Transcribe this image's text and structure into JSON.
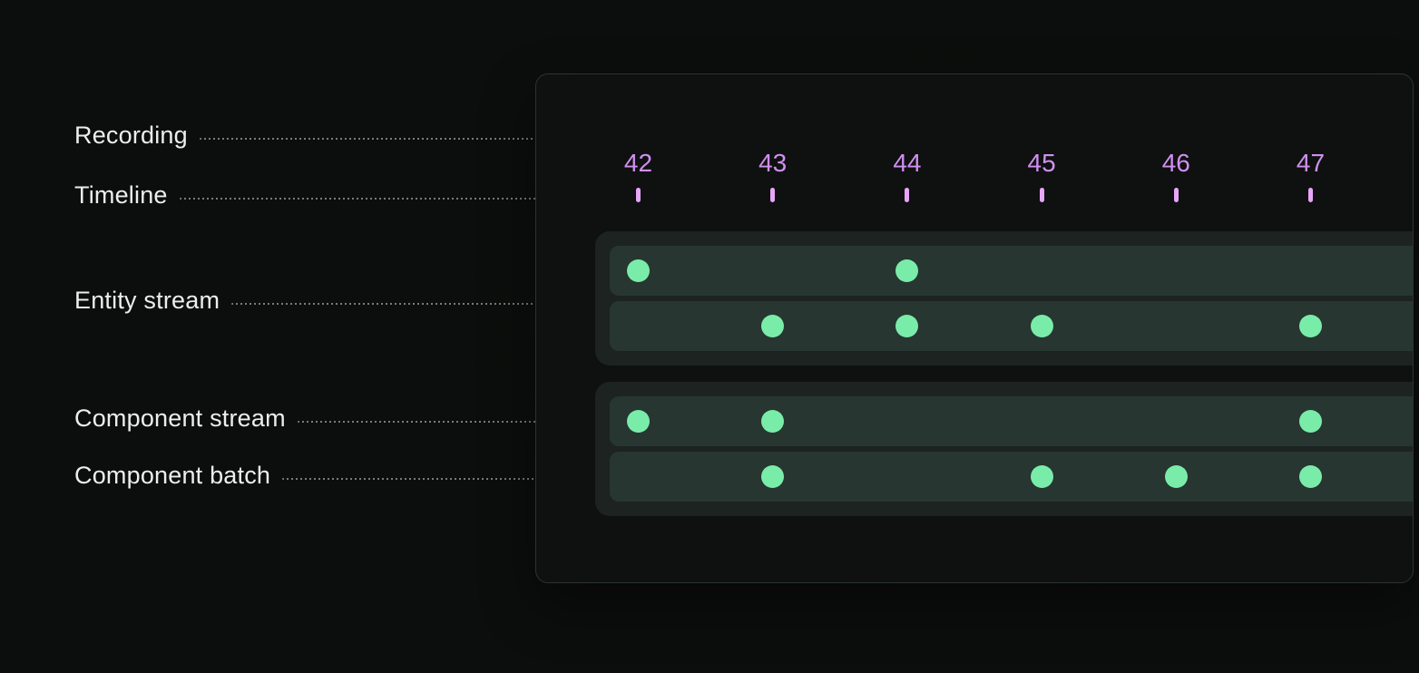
{
  "annotations": [
    {
      "id": "recording",
      "label": "Recording"
    },
    {
      "id": "timeline",
      "label": "Timeline"
    },
    {
      "id": "entity_stream",
      "label": "Entity stream"
    },
    {
      "id": "component_stream",
      "label": "Component stream"
    },
    {
      "id": "component_batch",
      "label": "Component batch"
    }
  ],
  "timeline": {
    "ticks": [
      "42",
      "43",
      "44",
      "45",
      "46",
      "47"
    ],
    "first_tick_value": 42
  },
  "streams": [
    {
      "name": "entity-stream-group-1",
      "rows": [
        {
          "name": "entity-stream-row-a",
          "events": [
            42,
            44
          ]
        },
        {
          "name": "entity-stream-row-b",
          "events": [
            43,
            44,
            45,
            47
          ]
        }
      ]
    },
    {
      "name": "entity-stream-group-2",
      "rows": [
        {
          "name": "component-stream-row",
          "events": [
            42,
            43,
            47
          ]
        },
        {
          "name": "component-batch-row",
          "events": [
            43,
            45,
            46,
            47
          ]
        }
      ]
    }
  ],
  "colors": {
    "background": "#0c0e0d",
    "panel_fill": "#0e1110",
    "panel_border": "#2c3235",
    "group_fill": "#1c2320",
    "bar_fill": "#273631",
    "event_dot": "#7aeca9",
    "timeline_text": "#d18ff0",
    "timeline_tick": "#e9a6f9",
    "label_text": "#ededee",
    "leader_dot": "#8b8e90"
  }
}
